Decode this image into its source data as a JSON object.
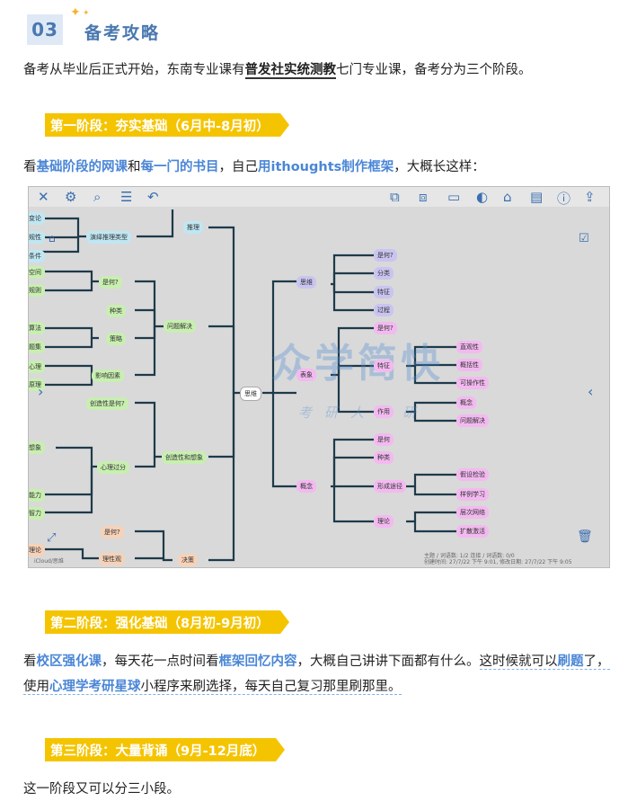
{
  "section": {
    "number": "03",
    "title": "备考攻略"
  },
  "intro": {
    "p1": "备考从毕业后正式开始，东南专业课有",
    "p2": "普发社实统测教",
    "p3": "七门专业课，备考分为三个阶段。"
  },
  "stage1": {
    "label": "第一阶段：夯实基础（6月中-8月初）",
    "t1": "看",
    "b1": "基础阶段的网课",
    "t2": "和",
    "b2": "每一门的书目",
    "t3": "，自己",
    "b3": "用ithoughts制作框架",
    "t4": "，大概长这样："
  },
  "mindmap": {
    "root": "思维",
    "watermark": "众学简快",
    "watermark_sub": "考研人考研",
    "left_nodes": [
      "演绎推理类型",
      "推理",
      "是何?",
      "种类",
      "策略",
      "问题解决",
      "影响因素",
      "创造性是何?",
      "心理过分",
      "创造性和想象",
      "是何?",
      "理性观",
      "决策"
    ],
    "edge_nodes": [
      "变论",
      "规性",
      "条件",
      "空间",
      "算法",
      "题集",
      "心理",
      "原理",
      "规则",
      "想象",
      "能力",
      "智力",
      "理论"
    ],
    "right_nodes": [
      "是何?",
      "分类",
      "特征",
      "过程",
      "思维",
      "是何?",
      "直观性",
      "概括性",
      "可操作性",
      "特征",
      "概念",
      "问题解决",
      "表象",
      "作用",
      "是何",
      "种类",
      "概念",
      "形成途径",
      "假设检验",
      "样例学习",
      "理论",
      "层次网络",
      "扩散激活"
    ],
    "footer_left": "iCloud/思维",
    "footer_right1": "主题 / 词语数: 1/2  连接 / 词语数: 0/0",
    "footer_right2": "创建时间: 27/7/22 下午 9:01, 修改日期: 27/7/22 下午 9:05"
  },
  "stage2": {
    "label": "第二阶段：强化基础（8月初-9月初）",
    "t1": "看",
    "b1": "校区强化课",
    "t2": "，每天花一点时间看",
    "b2": "框架回忆内容",
    "t3": "，大概自己讲讲下面都有什么。",
    "d1": "这时候就可以",
    "b3": "刷题",
    "d2": "了，使用",
    "b4": "心理学考研星球",
    "d3": "小程序来刷选择，每天自己复习那里刷那里。"
  },
  "stage3": {
    "label": "第三阶段：大量背诵（9月-12月底）",
    "text": "这一阶段又可以分三小段。"
  }
}
